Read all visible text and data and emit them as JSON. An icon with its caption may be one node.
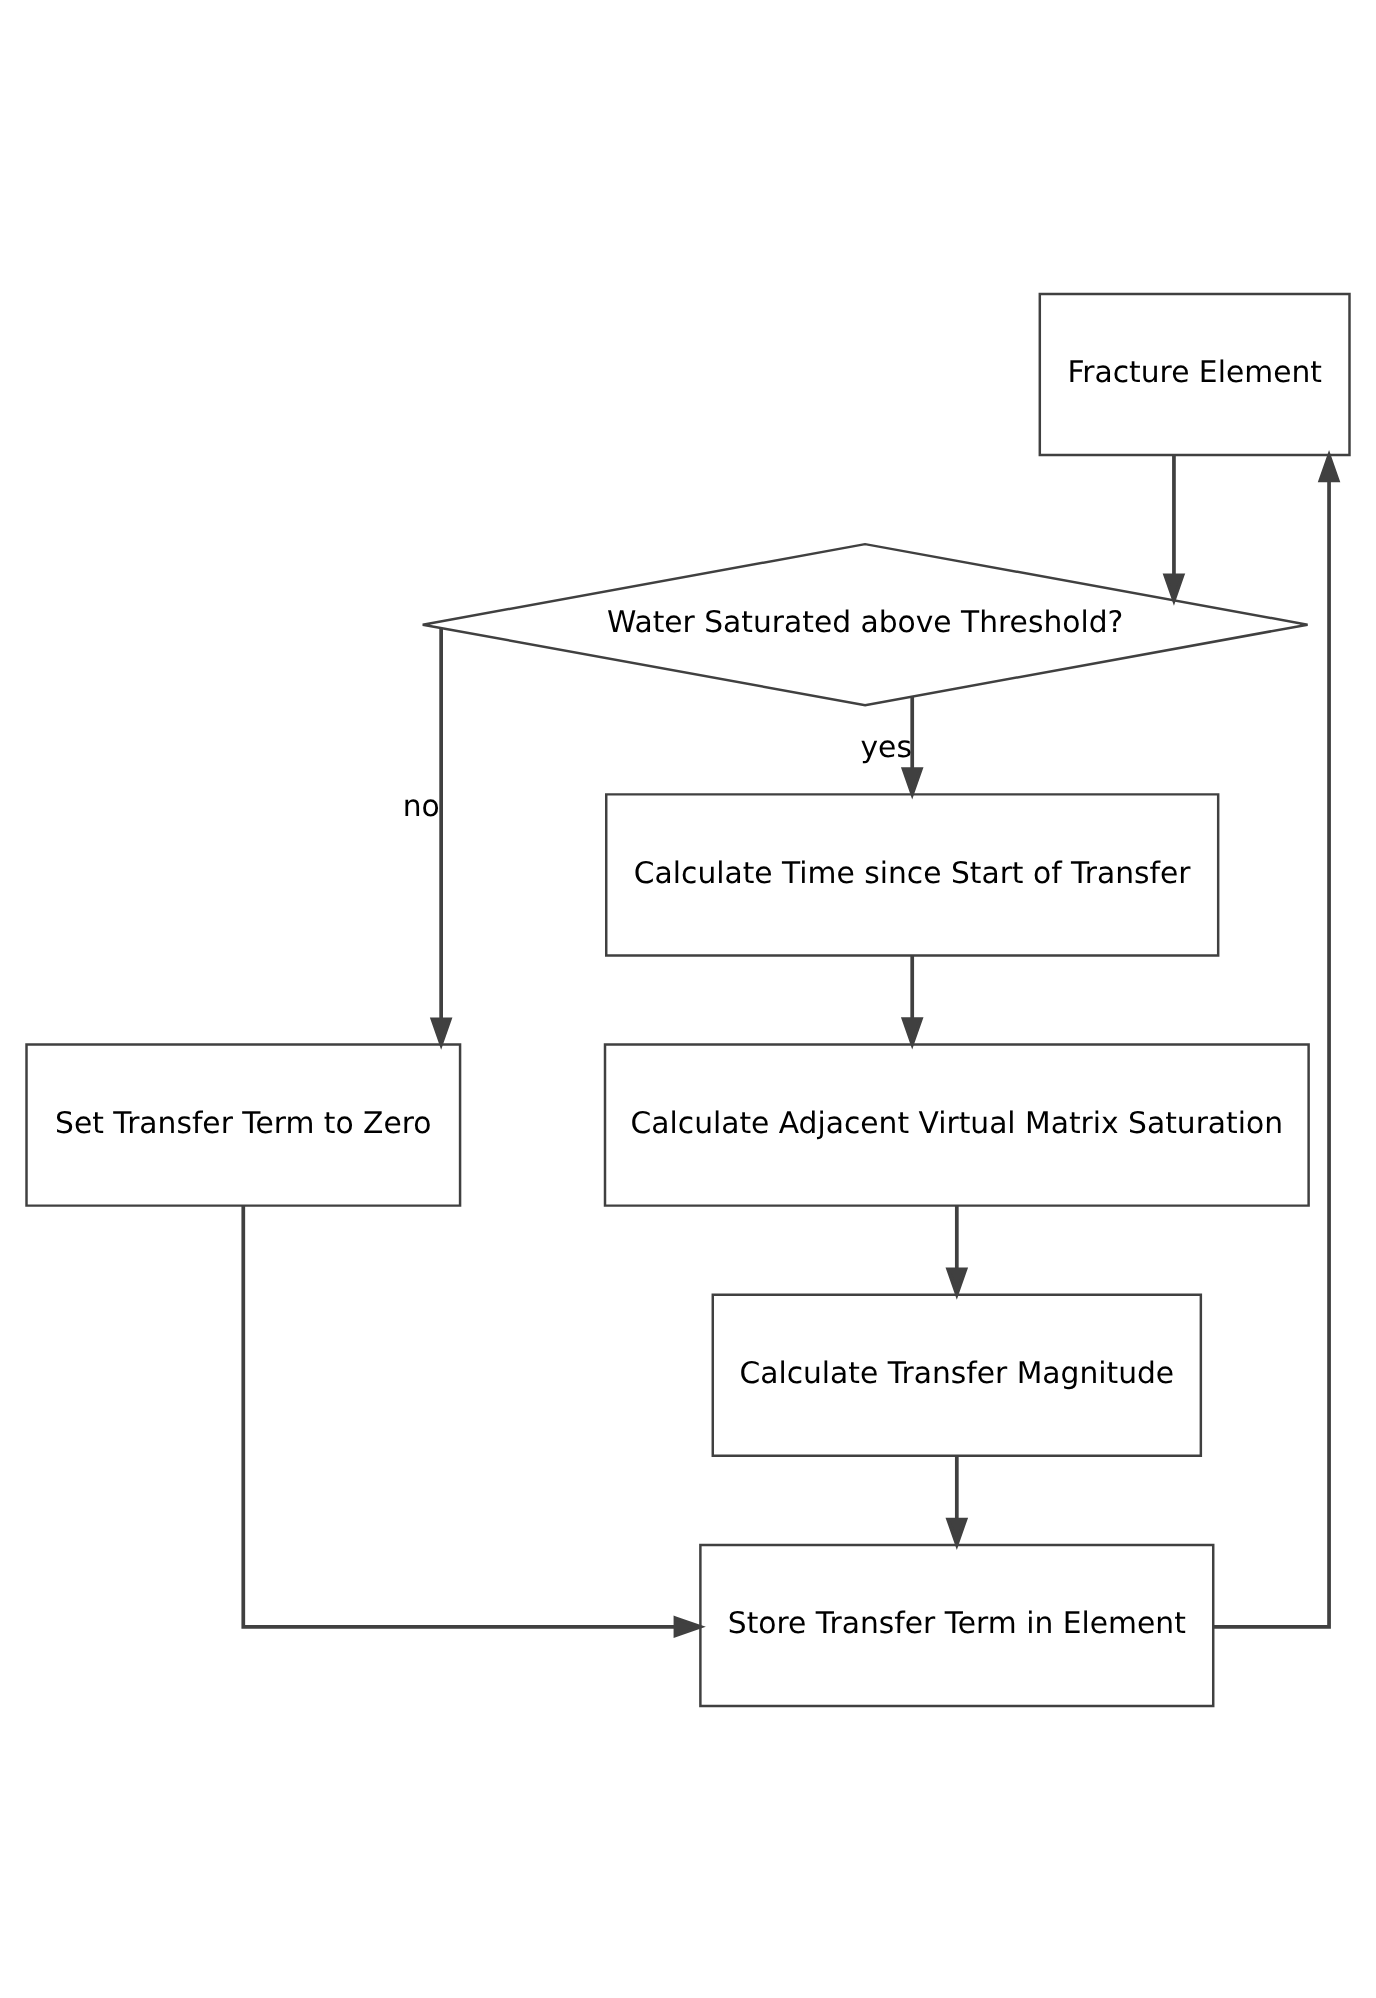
{
  "diagram": {
    "nodes": [
      {
        "text": [
          "Fracture Element"
        ]
      },
      {
        "text": [
          "Water Saturated above Threshold?"
        ]
      },
      {
        "text": [
          "Set Transfer Term to Zero"
        ]
      },
      {
        "text": [
          "Calculate Time since Start of Transfer"
        ]
      },
      {
        "text": [
          "Calculate Adjacent Virtual Matrix Saturation"
        ]
      },
      {
        "text": [
          "Calculate Transfer Magnitude"
        ]
      },
      {
        "text": [
          "Store Transfer Term in Element"
        ]
      }
    ],
    "edges": [
      {
        "from": 0,
        "to": 1,
        "arrow": "to"
      },
      {
        "from": 1,
        "to": 2,
        "arrow": "to",
        "label": "no"
      },
      {
        "from": 1,
        "to": 3,
        "arrow": "to",
        "label": "yes"
      },
      {
        "from": 3,
        "to": 4,
        "arrow": "to"
      },
      {
        "from": 4,
        "to": 5,
        "arrow": "to"
      },
      {
        "from": 2,
        "to": 6,
        "arrow": "to"
      },
      {
        "from": 5,
        "to": 6,
        "arrow": "to"
      },
      {
        "from": 6,
        "to": 0,
        "arrow": "to"
      }
    ]
  }
}
